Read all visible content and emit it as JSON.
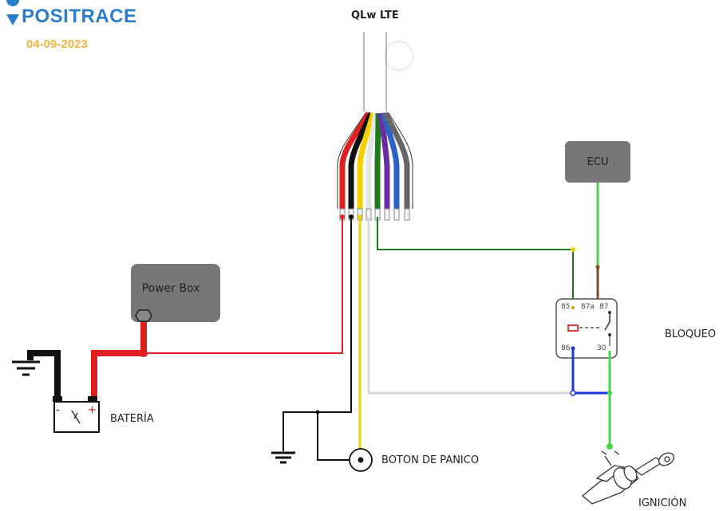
{
  "brand": {
    "name": "POSITRACE",
    "date": "04-09-2023"
  },
  "device": {
    "label": "QLw LTE"
  },
  "components": {
    "ecu": "ECU",
    "power_box": "Power Box",
    "battery": "BATERÍA",
    "panic_button": "BOTON DE PANICO",
    "block": "BLOQUEO",
    "ignition": "IGNICIÓN"
  },
  "relay": {
    "pin_85": "85",
    "pin_87a": "87a",
    "pin_87": "87",
    "pin_86": "86",
    "pin_30": "30"
  },
  "battery_terminals": {
    "neg": "-",
    "pos": "+"
  },
  "colors": {
    "brand": "#2a7ec9",
    "date": "#f0b53c",
    "red": "#e02020",
    "black": "#111111",
    "yellow": "#f5d000",
    "white": "#d9d9d9",
    "green": "#1f7a1f",
    "light_green": "#4cd24c",
    "blue": "#1a36d6",
    "brown": "#7a4a2a",
    "purple": "#6a2ca0",
    "gray": "#666666",
    "box_gray": "#777777"
  }
}
